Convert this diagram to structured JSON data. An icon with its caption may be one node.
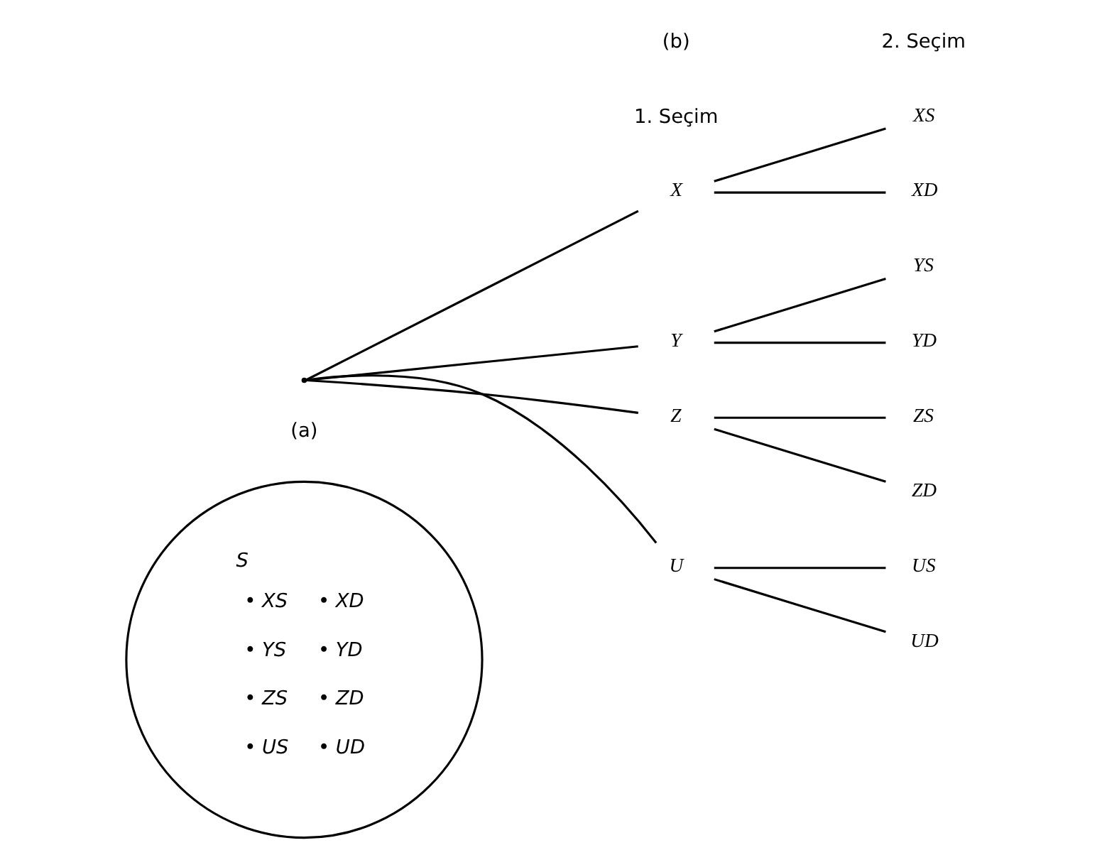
{
  "diagram": {
    "nodes": [
      {
        "text": [
          "S",
          "• XS",
          "• XD",
          "• YS",
          "• YD",
          "• ZS",
          "• ZD",
          "• US",
          "• UD"
        ]
      },
      {
        "text": [],
        "shape": "point"
      },
      {
        "text": [
          "X"
        ]
      },
      {
        "text": [
          "Y"
        ]
      },
      {
        "text": [
          "Z"
        ]
      },
      {
        "text": [
          "U"
        ]
      },
      {
        "text": [
          "XS"
        ]
      },
      {
        "text": [
          "XD"
        ]
      },
      {
        "text": [
          "YS"
        ]
      },
      {
        "text": [
          "YD"
        ]
      },
      {
        "text": [
          "ZS"
        ]
      },
      {
        "text": [
          "ZD"
        ]
      },
      {
        "text": [
          "US"
        ]
      },
      {
        "text": [
          "UD"
        ]
      }
    ],
    "edges": [
      {
        "from": 1,
        "to": 2,
        "arrow": "none"
      },
      {
        "from": 1,
        "to": 3,
        "arrow": "none"
      },
      {
        "from": 1,
        "to": 4,
        "arrow": "none"
      },
      {
        "from": 1,
        "to": 5,
        "arrow": "none"
      },
      {
        "from": 2,
        "to": 6,
        "arrow": "none"
      },
      {
        "from": 2,
        "to": 7,
        "arrow": "none"
      },
      {
        "from": 3,
        "to": 8,
        "arrow": "none"
      },
      {
        "from": 3,
        "to": 9,
        "arrow": "none"
      },
      {
        "from": 4,
        "to": 10,
        "arrow": "none"
      },
      {
        "from": 4,
        "to": 11,
        "arrow": "none"
      },
      {
        "from": 5,
        "to": 12,
        "arrow": "none"
      },
      {
        "from": 5,
        "to": 13,
        "arrow": "none"
      }
    ],
    "labels": [
      "1. Seçim",
      "2. Seçim",
      "(a)",
      "(b)"
    ]
  }
}
